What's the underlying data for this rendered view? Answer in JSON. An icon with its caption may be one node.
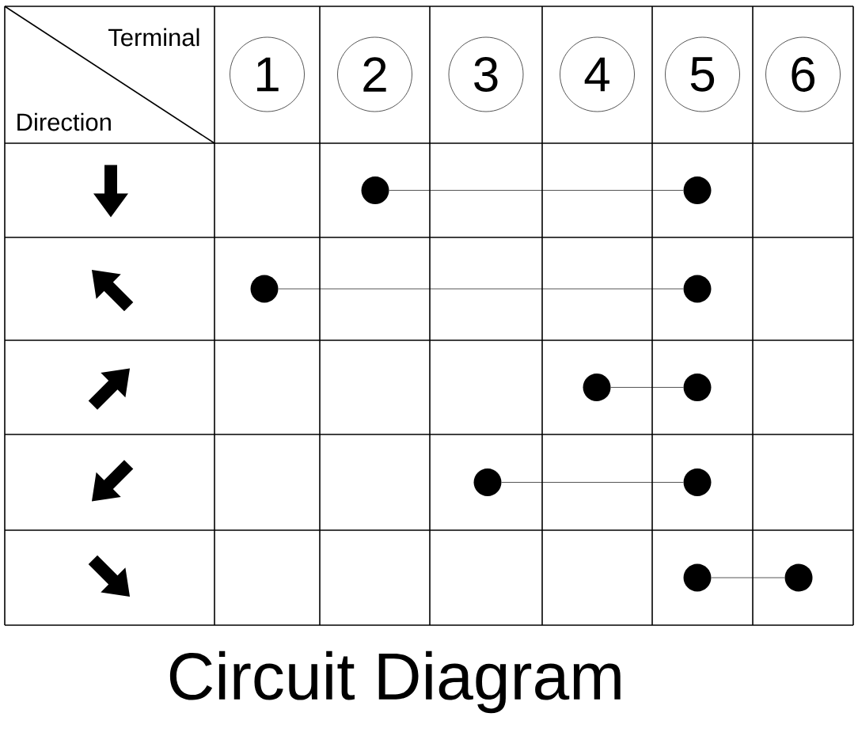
{
  "diagram": {
    "caption": "Circuit Diagram",
    "nodes": [
      {
        "text": [
          "1"
        ]
      },
      {
        "text": [
          "2"
        ]
      },
      {
        "text": [
          "3"
        ]
      },
      {
        "text": [
          "4"
        ]
      },
      {
        "text": [
          "5"
        ]
      },
      {
        "text": [
          "6"
        ]
      },
      {
        "text": [],
        "shape": "circle"
      },
      {
        "text": [],
        "shape": "circle"
      },
      {
        "text": [],
        "shape": "circle"
      },
      {
        "text": [],
        "shape": "circle"
      },
      {
        "text": [],
        "shape": "circle"
      },
      {
        "text": [],
        "shape": "circle"
      },
      {
        "text": [],
        "shape": "circle"
      },
      {
        "text": [],
        "shape": "circle"
      },
      {
        "text": [],
        "shape": "circle"
      },
      {
        "text": [],
        "shape": "circle"
      }
    ],
    "edges": [
      {
        "from": 6,
        "to": 7,
        "arrow": "none"
      },
      {
        "from": 8,
        "to": 9,
        "arrow": "none"
      },
      {
        "from": 10,
        "to": 11,
        "arrow": "none"
      },
      {
        "from": 12,
        "to": 13,
        "arrow": "none"
      },
      {
        "from": 14,
        "to": 15,
        "arrow": "none"
      }
    ],
    "labels": [
      "Terminal",
      "Direction"
    ]
  }
}
